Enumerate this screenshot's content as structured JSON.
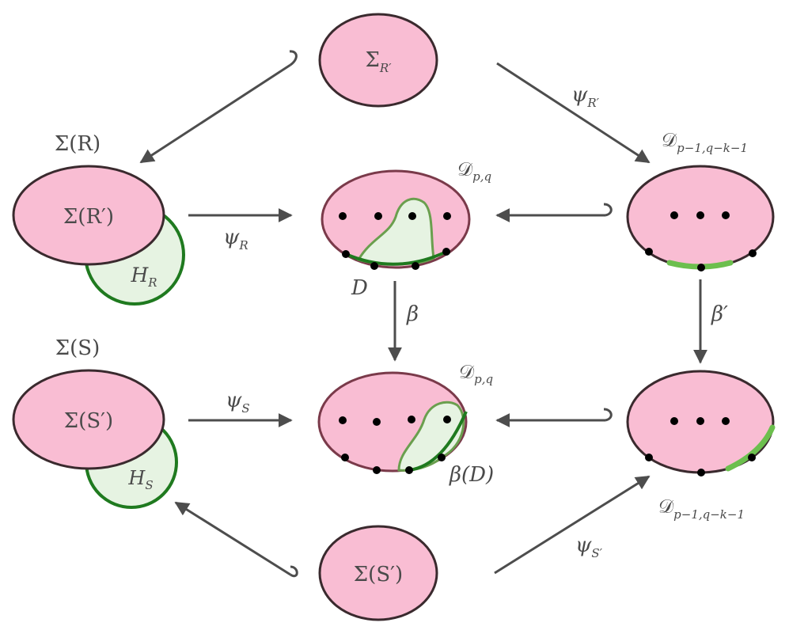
{
  "colors": {
    "surface_fill": "#f9bdd3",
    "surface_stroke": "#3a2a2e",
    "handle_fill": "#e6f3e2",
    "handle_stroke": "#1f7a1f",
    "highlight_green": "#6cbf4e",
    "arrow": "#4d4d4d",
    "dot": "#000000"
  },
  "labels": {
    "sigma_r_prime_top": {
      "main": "Σ",
      "sub": "R′"
    },
    "psi_r_prime": {
      "main": "ψ",
      "sub": "R′"
    },
    "d_top_right": {
      "main": "𝒟",
      "sub": "p−1,q−k−1"
    },
    "sigma_r": "Σ(R)",
    "sigma_r_prime": "Σ(R′)",
    "h_r": {
      "main": "H",
      "sub": "R"
    },
    "psi_r": {
      "main": "ψ",
      "sub": "R"
    },
    "d_pq_top": {
      "main": "𝒟",
      "sub": "p,q"
    },
    "d_region": "D",
    "beta": "β",
    "beta_prime": "β′",
    "sigma_s": "Σ(S)",
    "sigma_s_prime": "Σ(S′)",
    "h_s": {
      "main": "H",
      "sub": "S"
    },
    "psi_s": {
      "main": "ψ",
      "sub": "S"
    },
    "d_pq_bottom": {
      "main": "𝒟",
      "sub": "p,q"
    },
    "beta_d": "β(D)",
    "d_bottom_right": {
      "main": "𝒟",
      "sub": "p−1,q−k−1"
    },
    "sigma_s_prime_bottom": "Σ(S′)",
    "psi_s_prime": {
      "main": "ψ",
      "sub": "S′"
    }
  }
}
